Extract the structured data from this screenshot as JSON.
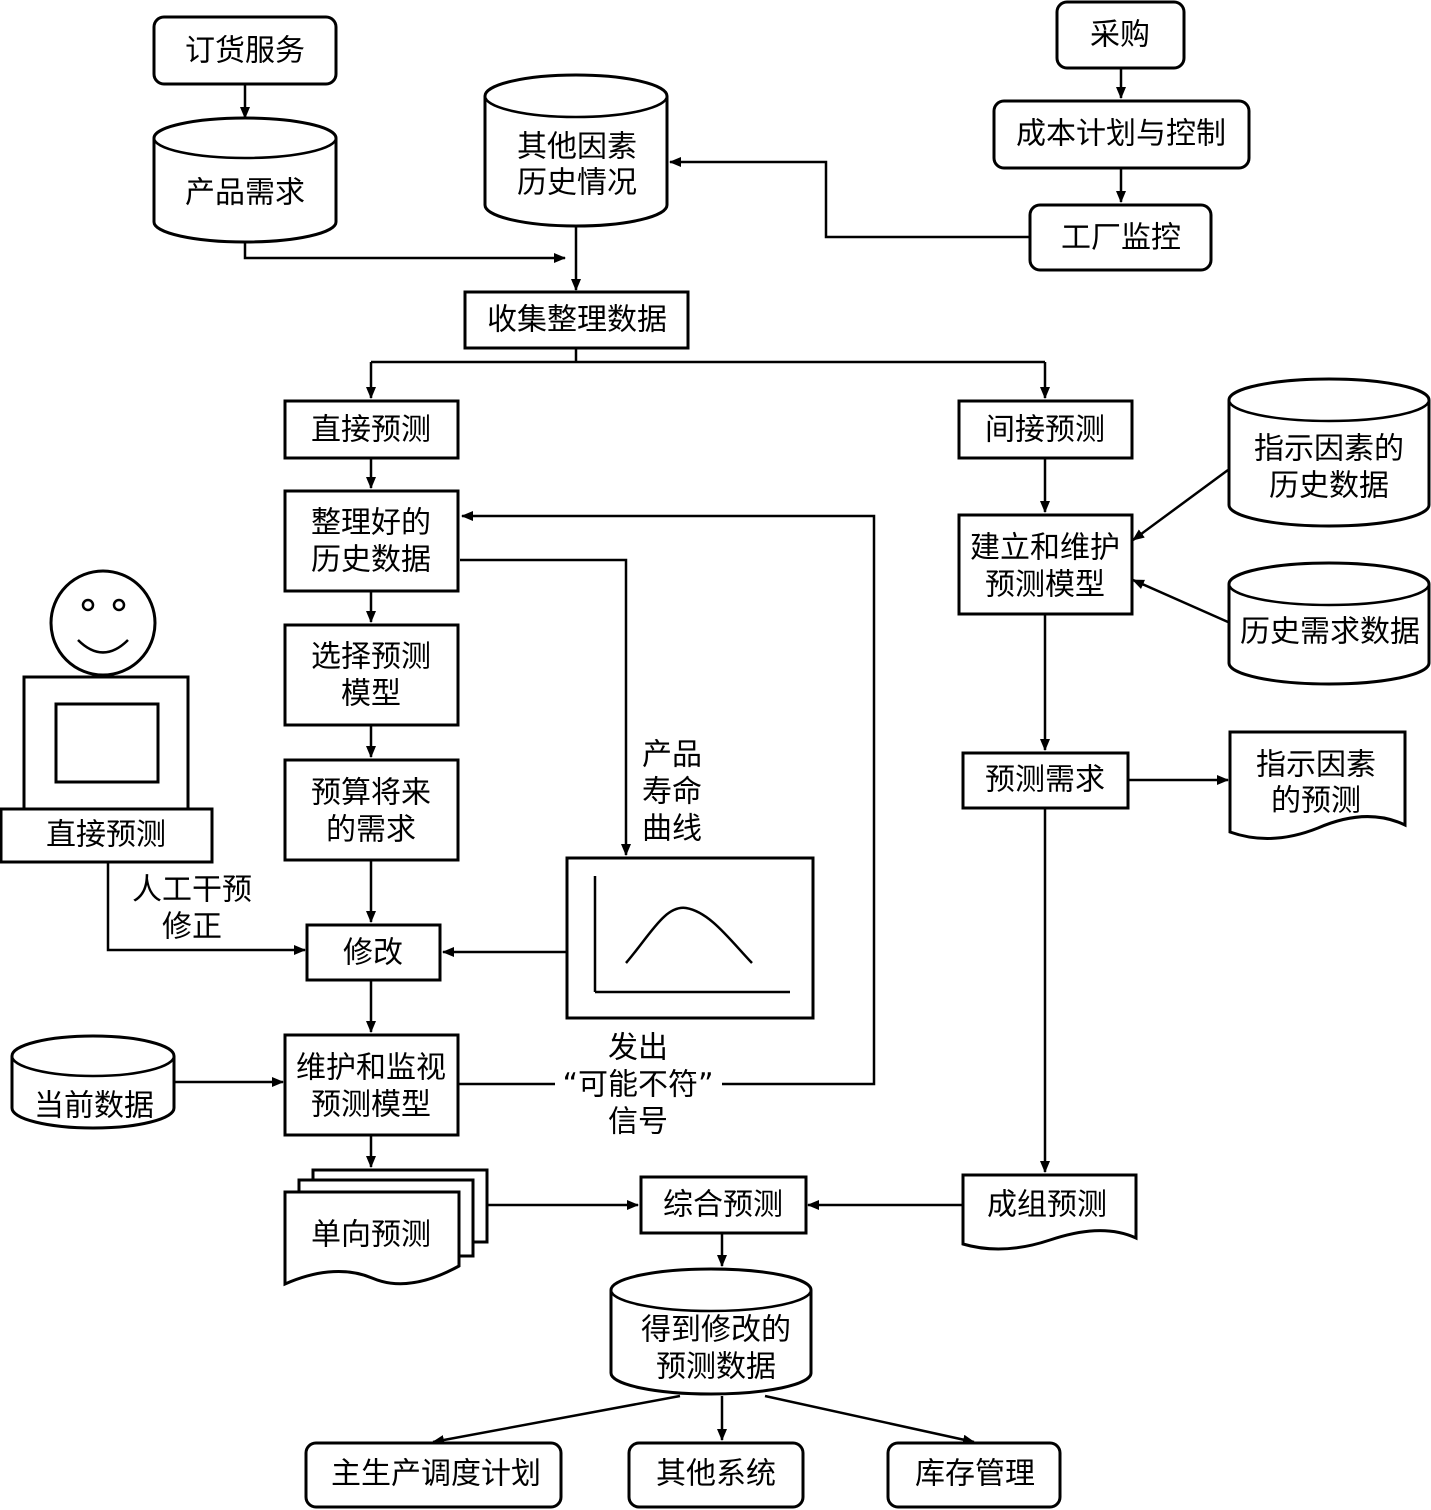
{
  "nodes": {
    "order_service": "订货服务",
    "product_demand": "产品需求",
    "other_factors": [
      "其他因素",
      "历史情况"
    ],
    "purchasing": "采购",
    "cost_plan": "成本计划与控制",
    "factory_monitor": "工厂监控",
    "collect_data": "收集整理数据",
    "direct_forecast": "直接预测",
    "indirect_forecast": "间接预测",
    "organized_history": [
      "整理好的",
      "历史数据"
    ],
    "indicator_history": [
      "指示因素的",
      "历史数据"
    ],
    "build_model": [
      "建立和维护",
      "预测模型"
    ],
    "history_demand": "历史需求数据",
    "select_model": [
      "选择预测",
      "模型"
    ],
    "estimate_demand": [
      "预算将来",
      "的需求"
    ],
    "forecast_demand": "预测需求",
    "indicator_forecast": [
      "指示因素",
      "的预测"
    ],
    "lifecycle_label": [
      "产品",
      "寿命",
      "曲线"
    ],
    "operator_label": "直接预测",
    "manual_label": [
      "人工干预",
      "修正"
    ],
    "modify": "修改",
    "current_data": "当前数据",
    "maintain_model": [
      "维护和监视",
      "预测模型"
    ],
    "signal_label": [
      "发出",
      "“可能不符”",
      "信号"
    ],
    "single_forecast": "单向预测",
    "combined_forecast": "综合预测",
    "group_forecast": "成组预测",
    "revised_data": [
      "得到修改的",
      "预测数据"
    ],
    "mps": "主生产调度计划",
    "other_systems": "其他系统",
    "inventory": "库存管理"
  }
}
